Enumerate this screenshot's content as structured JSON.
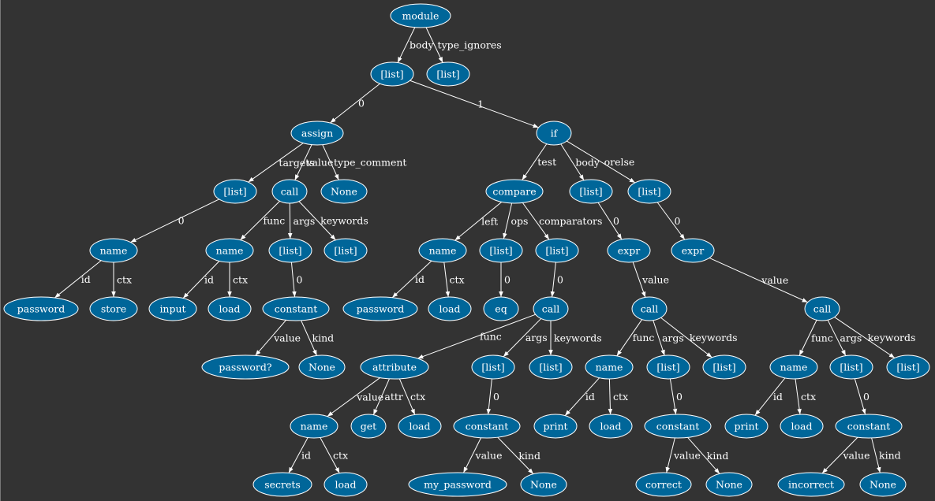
{
  "colors": {
    "background": "#333333",
    "node_fill": "#006699",
    "node_stroke": "#ffffff",
    "edge": "#ffffff",
    "text": "#ffffff"
  },
  "nodes": [
    "module",
    "[list]",
    "[list]",
    "assign",
    "if",
    "[list]",
    "call",
    "None",
    "compare",
    "[list]",
    "[list]",
    "name",
    "name",
    "[list]",
    "[list]",
    "name",
    "[list]",
    "[list]",
    "expr",
    "expr",
    "password",
    "store",
    "input",
    "load",
    "constant",
    "password",
    "load",
    "eq",
    "call",
    "call",
    "call",
    "password?",
    "None",
    "attribute",
    "[list]",
    "[list]",
    "name",
    "[list]",
    "[list]",
    "name",
    "[list]",
    "[list]",
    "name",
    "get",
    "load",
    "constant",
    "print",
    "load",
    "constant",
    "print",
    "load",
    "constant",
    "secrets",
    "load",
    "my_password",
    "None",
    "correct",
    "None",
    "incorrect",
    "None"
  ],
  "edges": [
    {
      "from": 0,
      "to": 1,
      "label": "body"
    },
    {
      "from": 0,
      "to": 2,
      "label": "type_ignores"
    },
    {
      "from": 1,
      "to": 3,
      "label": "0"
    },
    {
      "from": 1,
      "to": 4,
      "label": "1"
    },
    {
      "from": 3,
      "to": 5,
      "label": "targets"
    },
    {
      "from": 3,
      "to": 6,
      "label": "value"
    },
    {
      "from": 3,
      "to": 7,
      "label": "type_comment"
    },
    {
      "from": 4,
      "to": 8,
      "label": "test"
    },
    {
      "from": 4,
      "to": 9,
      "label": "body"
    },
    {
      "from": 4,
      "to": 10,
      "label": "orelse"
    },
    {
      "from": 5,
      "to": 11,
      "label": "0"
    },
    {
      "from": 6,
      "to": 12,
      "label": "func"
    },
    {
      "from": 6,
      "to": 13,
      "label": "args"
    },
    {
      "from": 6,
      "to": 14,
      "label": "keywords"
    },
    {
      "from": 8,
      "to": 15,
      "label": "left"
    },
    {
      "from": 8,
      "to": 16,
      "label": "ops"
    },
    {
      "from": 8,
      "to": 17,
      "label": "comparators"
    },
    {
      "from": 9,
      "to": 18,
      "label": "0"
    },
    {
      "from": 10,
      "to": 19,
      "label": "0"
    },
    {
      "from": 11,
      "to": 20,
      "label": "id"
    },
    {
      "from": 11,
      "to": 21,
      "label": "ctx"
    },
    {
      "from": 12,
      "to": 22,
      "label": "id"
    },
    {
      "from": 12,
      "to": 23,
      "label": "ctx"
    },
    {
      "from": 13,
      "to": 24,
      "label": "0"
    },
    {
      "from": 15,
      "to": 25,
      "label": "id"
    },
    {
      "from": 15,
      "to": 26,
      "label": "ctx"
    },
    {
      "from": 16,
      "to": 27,
      "label": "0"
    },
    {
      "from": 17,
      "to": 28,
      "label": "0"
    },
    {
      "from": 18,
      "to": 29,
      "label": "value"
    },
    {
      "from": 19,
      "to": 30,
      "label": "value"
    },
    {
      "from": 24,
      "to": 31,
      "label": "value"
    },
    {
      "from": 24,
      "to": 32,
      "label": "kind"
    },
    {
      "from": 28,
      "to": 33,
      "label": "func"
    },
    {
      "from": 28,
      "to": 34,
      "label": "args"
    },
    {
      "from": 28,
      "to": 35,
      "label": "keywords"
    },
    {
      "from": 29,
      "to": 36,
      "label": "func"
    },
    {
      "from": 29,
      "to": 37,
      "label": "args"
    },
    {
      "from": 29,
      "to": 38,
      "label": "keywords"
    },
    {
      "from": 30,
      "to": 39,
      "label": "func"
    },
    {
      "from": 30,
      "to": 40,
      "label": "args"
    },
    {
      "from": 30,
      "to": 41,
      "label": "keywords"
    },
    {
      "from": 33,
      "to": 42,
      "label": "value"
    },
    {
      "from": 33,
      "to": 43,
      "label": "attr"
    },
    {
      "from": 33,
      "to": 44,
      "label": "ctx"
    },
    {
      "from": 34,
      "to": 45,
      "label": "0"
    },
    {
      "from": 36,
      "to": 46,
      "label": "id"
    },
    {
      "from": 36,
      "to": 47,
      "label": "ctx"
    },
    {
      "from": 37,
      "to": 48,
      "label": "0"
    },
    {
      "from": 39,
      "to": 49,
      "label": "id"
    },
    {
      "from": 39,
      "to": 50,
      "label": "ctx"
    },
    {
      "from": 40,
      "to": 51,
      "label": "0"
    },
    {
      "from": 42,
      "to": 52,
      "label": "id"
    },
    {
      "from": 42,
      "to": 53,
      "label": "ctx"
    },
    {
      "from": 45,
      "to": 54,
      "label": "value"
    },
    {
      "from": 45,
      "to": 55,
      "label": "kind"
    },
    {
      "from": 48,
      "to": 56,
      "label": "value"
    },
    {
      "from": 48,
      "to": 57,
      "label": "kind"
    },
    {
      "from": 51,
      "to": 58,
      "label": "value"
    },
    {
      "from": 51,
      "to": 59,
      "label": "kind"
    }
  ]
}
